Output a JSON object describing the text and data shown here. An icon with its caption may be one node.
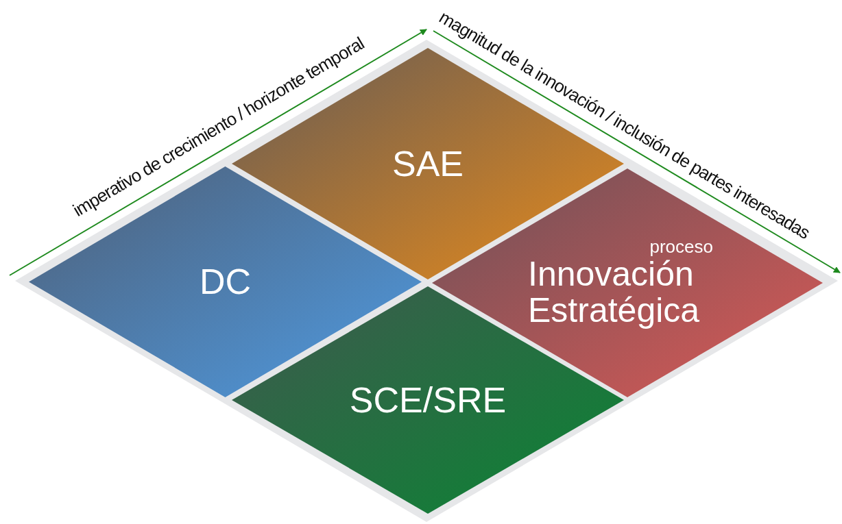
{
  "diagram": {
    "nodes": [
      {
        "text": [
          "SAE"
        ]
      },
      {
        "text": [
          "DC"
        ]
      },
      {
        "text": [
          "proceso",
          "Innovación Estratégica"
        ]
      },
      {
        "text": [
          "SCE/SRE"
        ]
      }
    ],
    "labels": [
      "imperativo de crecimiento / horizonte temporal",
      "magnitud de la innovación / inclusión de partes interesadas"
    ]
  }
}
